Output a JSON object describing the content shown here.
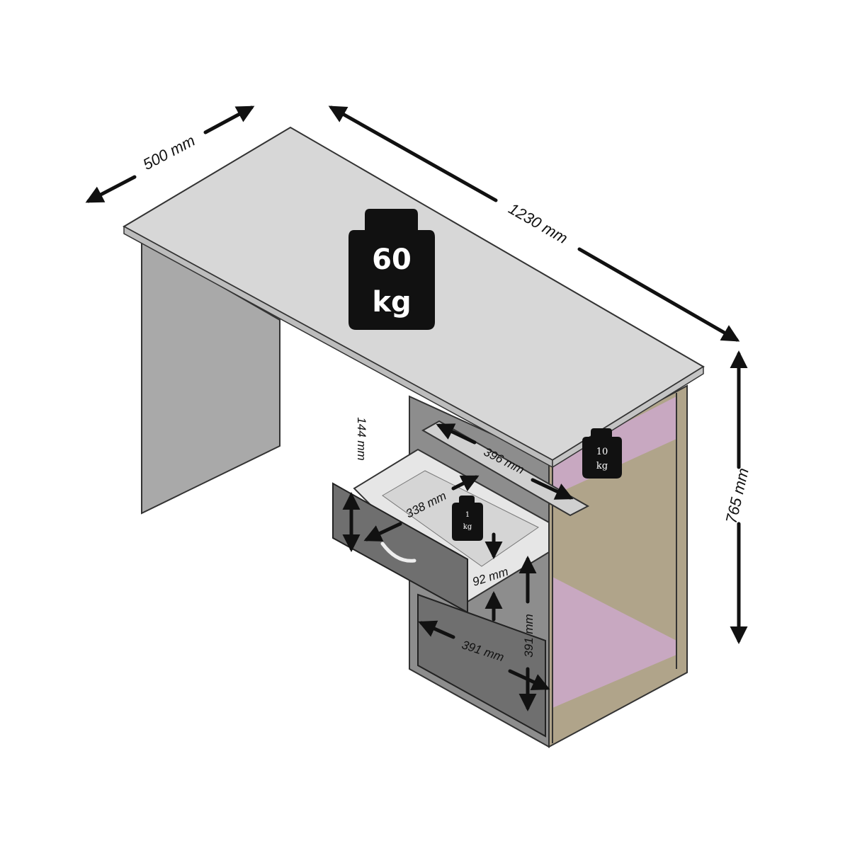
{
  "diagram": {
    "top_depth": "500 mm",
    "top_width": "1230 mm",
    "height": "765 mm",
    "drawer_height": "144 mm",
    "shelf_width": "396 mm",
    "drawer_width": "338 mm",
    "drawer_inner_height": "92 mm",
    "door_width": "391 mm",
    "door_height": "391 mm"
  },
  "weights": {
    "top": {
      "value": "60",
      "unit": "kg"
    },
    "shelf": {
      "value": "10",
      "unit": "kg"
    },
    "drawer": {
      "value": "1",
      "unit": "kg"
    }
  },
  "colors": {
    "top": "#d7d7d7",
    "panel": "#a9a9a9",
    "drawer_front": "#6f6f6f",
    "cabinet_inner": "#c9a9c4",
    "cabinet_back": "#b0a48a",
    "badge": "#111111"
  }
}
